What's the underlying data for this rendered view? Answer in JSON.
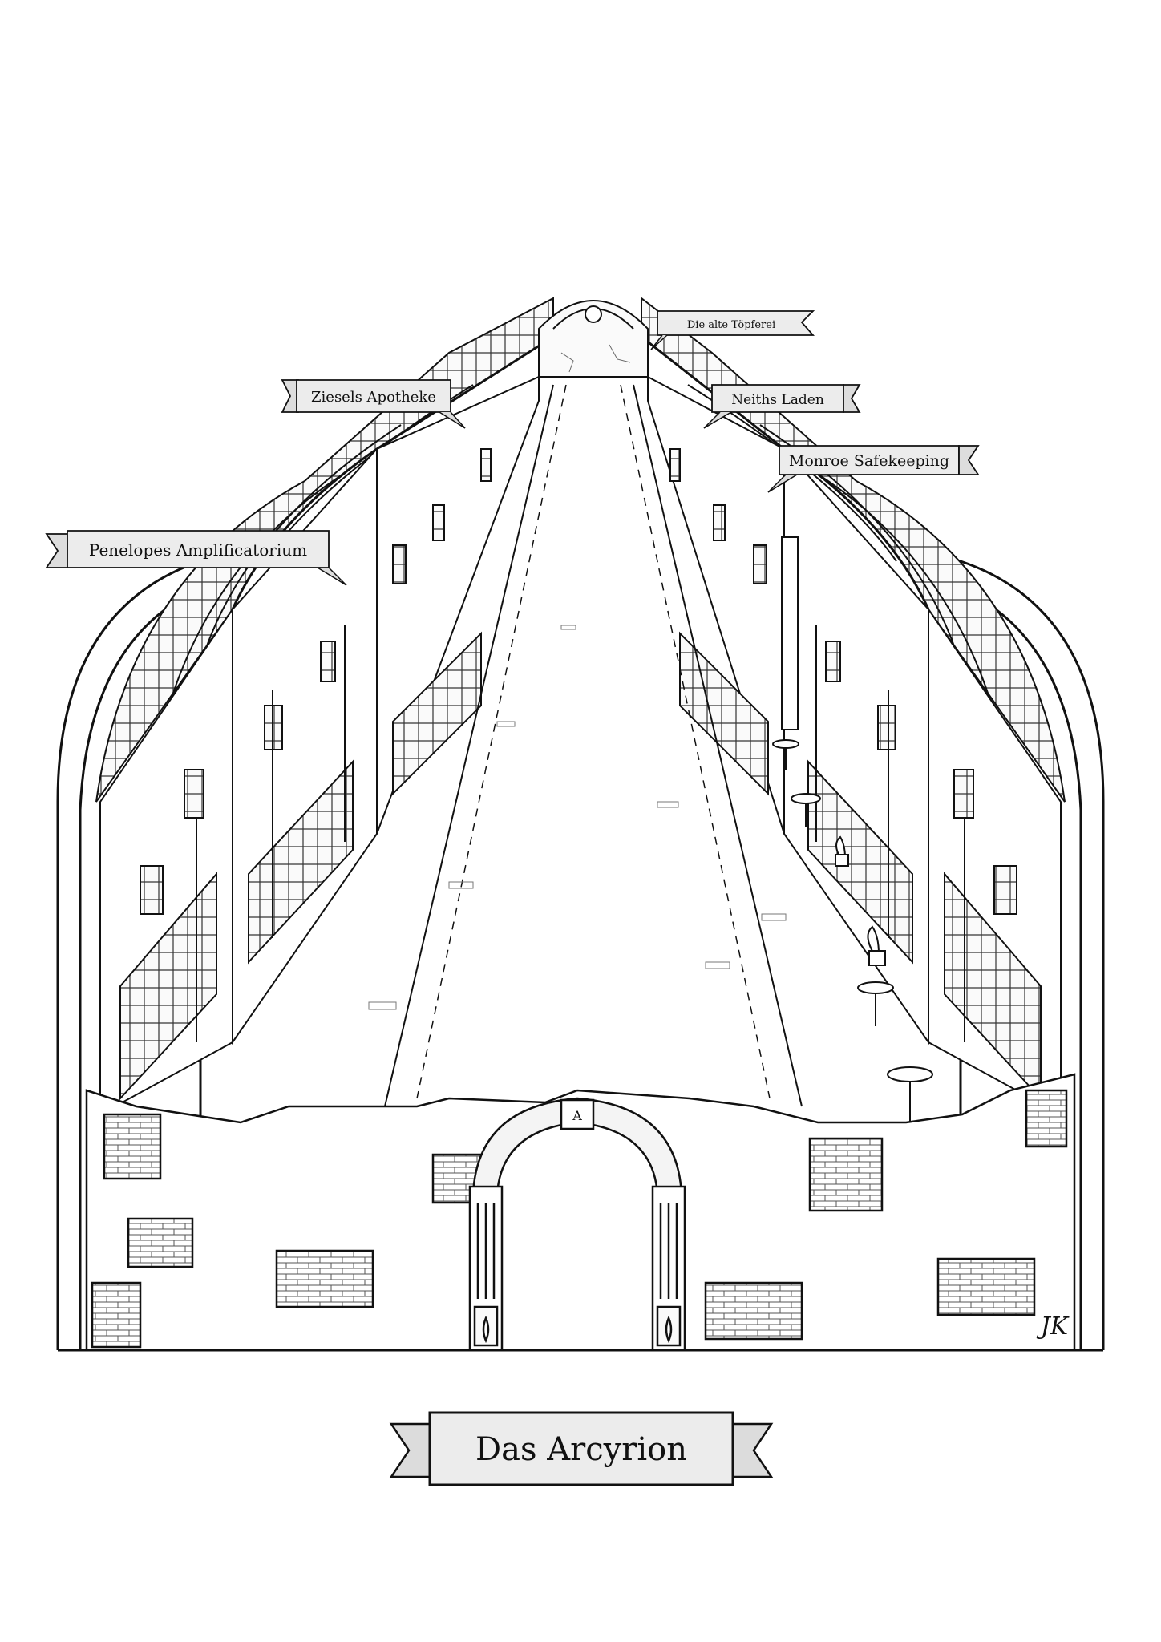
{
  "title": "Das Arcyrion",
  "signature": "JK",
  "labels": {
    "die_alte_topferei": "Die alte Töpferei",
    "ziesels_apotheke": "Ziesels Apotheke",
    "neiths_laden": "Neiths Laden",
    "monroe_safekeeping": "Monroe Safekeeping",
    "penelopes_amplificatorium": "Penelopes Amplificatorium"
  },
  "colors": {
    "ink": "#111111",
    "paper": "#ffffff",
    "banner_fill": "#ececec"
  }
}
